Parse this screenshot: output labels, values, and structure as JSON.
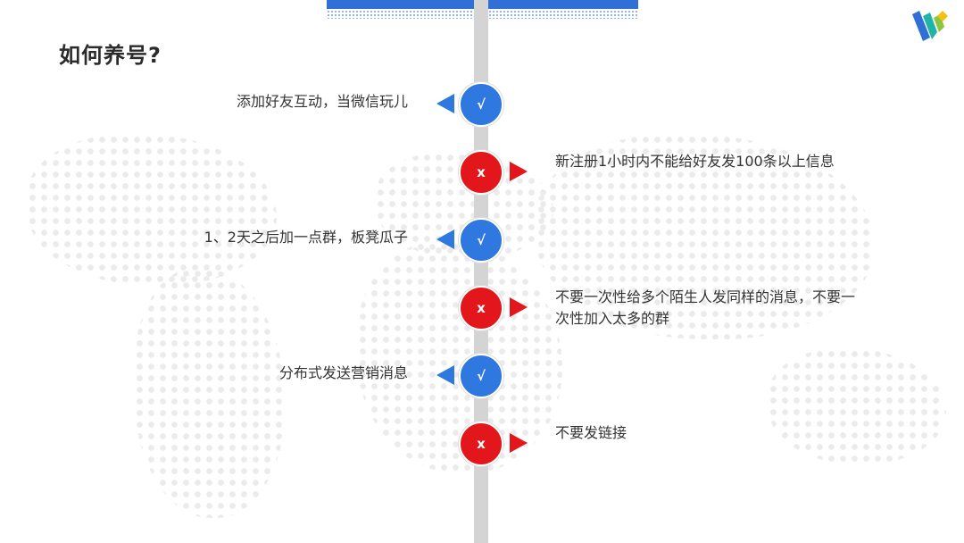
{
  "slide": {
    "title": "如何养号?"
  },
  "colors": {
    "accent_blue": "#2f78e0",
    "accent_red": "#e3171b",
    "spine": "#d4d4d4"
  },
  "icons": {
    "logo": "w-brand-logo-icon",
    "do": "checkmark-icon",
    "dont": "cross-icon"
  },
  "timeline": [
    {
      "kind": "do",
      "side": "left",
      "symbol": "√",
      "text": "添加好友互动，当微信玩儿"
    },
    {
      "kind": "dont",
      "side": "right",
      "symbol": "x",
      "text": "新注册1小时内不能给好友发100条以上信息"
    },
    {
      "kind": "do",
      "side": "left",
      "symbol": "√",
      "text": "1、2天之后加一点群，板凳瓜子"
    },
    {
      "kind": "dont",
      "side": "right",
      "symbol": "x",
      "text": "不要一次性给多个陌生人发同样的消息，不要一次性加入太多的群"
    },
    {
      "kind": "do",
      "side": "left",
      "symbol": "√",
      "text": "分布式发送营销消息"
    },
    {
      "kind": "dont",
      "side": "right",
      "symbol": "x",
      "text": "不要发链接"
    }
  ]
}
